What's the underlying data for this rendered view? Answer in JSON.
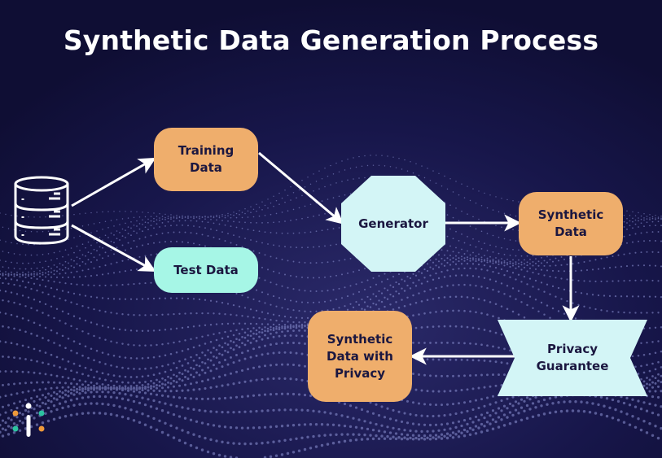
{
  "title": "Synthetic Data Generation Process",
  "colors": {
    "background": "#111039",
    "orange": "#EFAE6C",
    "mint": "#A6F6E6",
    "light_cyan": "#D3F5F6",
    "arrow": "#ffffff"
  },
  "icons": {
    "source": "database-icon",
    "logo": "brand-logo-icon"
  },
  "nodes": {
    "training": "Training\nData",
    "test": "Test Data",
    "generator": "Generator",
    "synthetic": "Synthetic\nData",
    "privacy": "Privacy\nGuarantee",
    "synthetic_privacy": "Synthetic\nData with\nPrivacy"
  }
}
